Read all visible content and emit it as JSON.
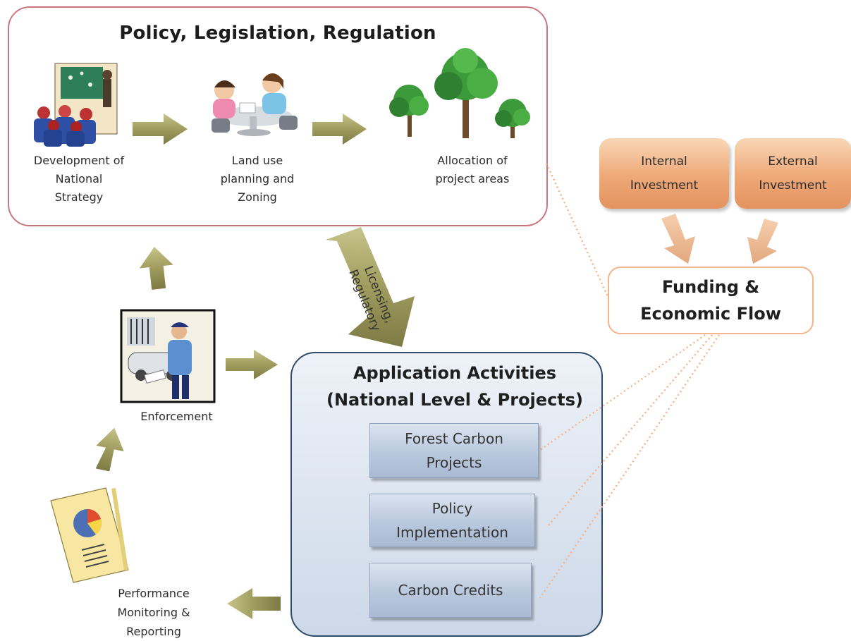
{
  "policy": {
    "title": "Policy, Legislation, Regulation",
    "steps": [
      {
        "label": "Development of National Strategy",
        "lines": [
          "Development of",
          "National",
          "Strategy"
        ],
        "icon": "strategy-meeting-icon"
      },
      {
        "label": "Land use planning and Zoning",
        "lines": [
          "Land use",
          "planning and",
          "Zoning"
        ],
        "icon": "planning-people-icon"
      },
      {
        "label": "Allocation of project areas",
        "lines": [
          "Allocation of",
          "project areas"
        ],
        "icon": "trees-icon"
      }
    ]
  },
  "licensing": {
    "lines": [
      "Licensing,",
      "Regulatory"
    ]
  },
  "investment": {
    "internal": [
      "Internal",
      "Investment"
    ],
    "external": [
      "External",
      "Investment"
    ]
  },
  "funding": {
    "lines": [
      "Funding &",
      "Economic Flow"
    ]
  },
  "application": {
    "title_lines": [
      "Application Activities",
      "(National Level & Projects)"
    ],
    "items": [
      {
        "lines": [
          "Forest Carbon",
          "Projects"
        ]
      },
      {
        "lines": [
          "Policy",
          "Implementation"
        ]
      },
      {
        "lines": [
          "Carbon Credits"
        ]
      }
    ]
  },
  "enforcement": {
    "label": "Enforcement",
    "icon": "enforcement-officer-icon"
  },
  "monitoring": {
    "lines": [
      "Performance",
      "Monitoring &",
      "Reporting"
    ],
    "icon": "report-chart-icon"
  },
  "colors": {
    "policy_border": "#c9777e",
    "arrow_olive": "#9d9a5b",
    "investment_orange": "#eea877",
    "funding_border": "#f4b48a",
    "application_bg": "#dde6f2",
    "application_border": "#2f4a6b"
  }
}
